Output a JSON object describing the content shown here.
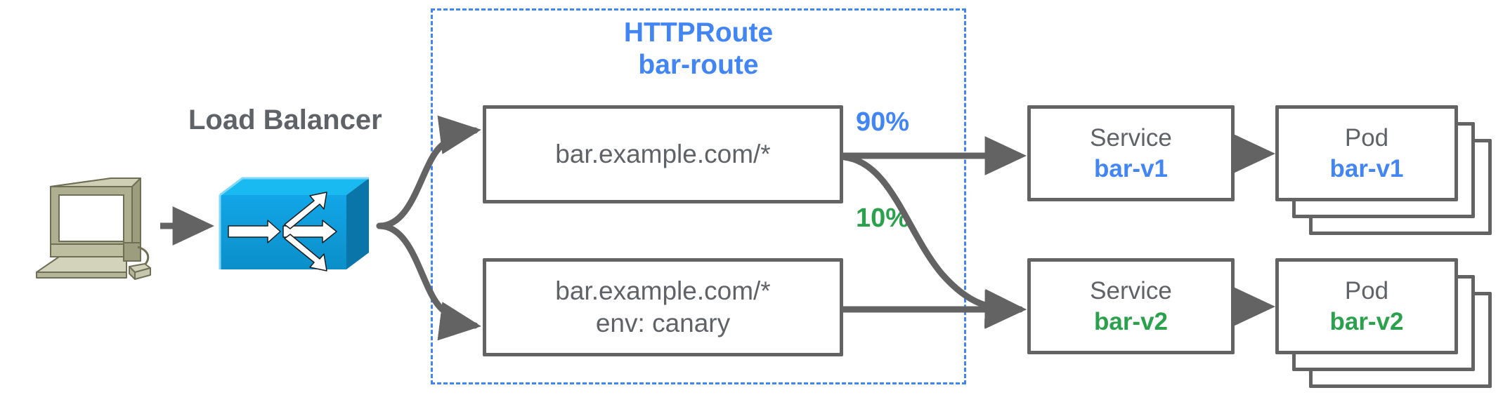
{
  "diagram": {
    "title": "Gateway API HTTPRoute canary traffic split",
    "colors": {
      "blue": "#4285f4",
      "green": "#2ba14e",
      "gray_text": "#5f6368",
      "gray_stroke": "#636363",
      "lb_blue": "#0d9ddb",
      "client_olive": "#a8a888"
    }
  },
  "client": {
    "icon": "desktop-computer-icon"
  },
  "load_balancer": {
    "label": "Load Balancer",
    "icon": "load-balancer-switch-icon"
  },
  "route_group": {
    "kind": "HTTPRoute",
    "name": "bar-route"
  },
  "matches": [
    {
      "id": "match-primary",
      "lines": [
        "bar.example.com/*"
      ]
    },
    {
      "id": "match-canary",
      "lines": [
        "bar.example.com/*",
        "env: canary"
      ]
    }
  ],
  "weights": [
    {
      "id": "weight-90",
      "label": "90%",
      "color": "#4285f4"
    },
    {
      "id": "weight-10",
      "label": "10%",
      "color": "#2ba14e"
    }
  ],
  "backends": [
    {
      "id": "backend-v1",
      "service": {
        "kind": "Service",
        "name": "bar-v1",
        "color": "#4285f4"
      },
      "pod": {
        "kind": "Pod",
        "name": "bar-v1",
        "color": "#4285f4",
        "replicas": 3
      }
    },
    {
      "id": "backend-v2",
      "service": {
        "kind": "Service",
        "name": "bar-v2",
        "color": "#2ba14e"
      },
      "pod": {
        "kind": "Pod",
        "name": "bar-v2",
        "color": "#2ba14e",
        "replicas": 3
      }
    }
  ]
}
